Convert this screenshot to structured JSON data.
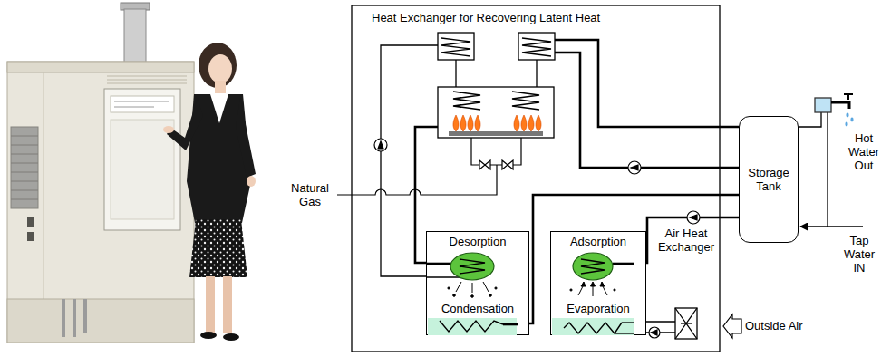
{
  "diagram": {
    "nodes": [
      {
        "text": [
          "Desorption",
          "Condensation"
        ]
      },
      {
        "text": [
          "Adsorption",
          "Evaporation"
        ]
      },
      {
        "text": [
          "Storage Tank"
        ]
      }
    ],
    "edges": [
      {
        "from": 0,
        "to": 2,
        "arrow": "none"
      },
      {
        "from": 2,
        "to": 1,
        "arrow": "none"
      }
    ],
    "labels": [
      "Heat Exchanger for Recovering Latent Heat",
      "Natural Gas",
      "Air Heat Exchanger",
      "Outside Air",
      "Hot Water Out",
      "Tap Water IN"
    ]
  }
}
